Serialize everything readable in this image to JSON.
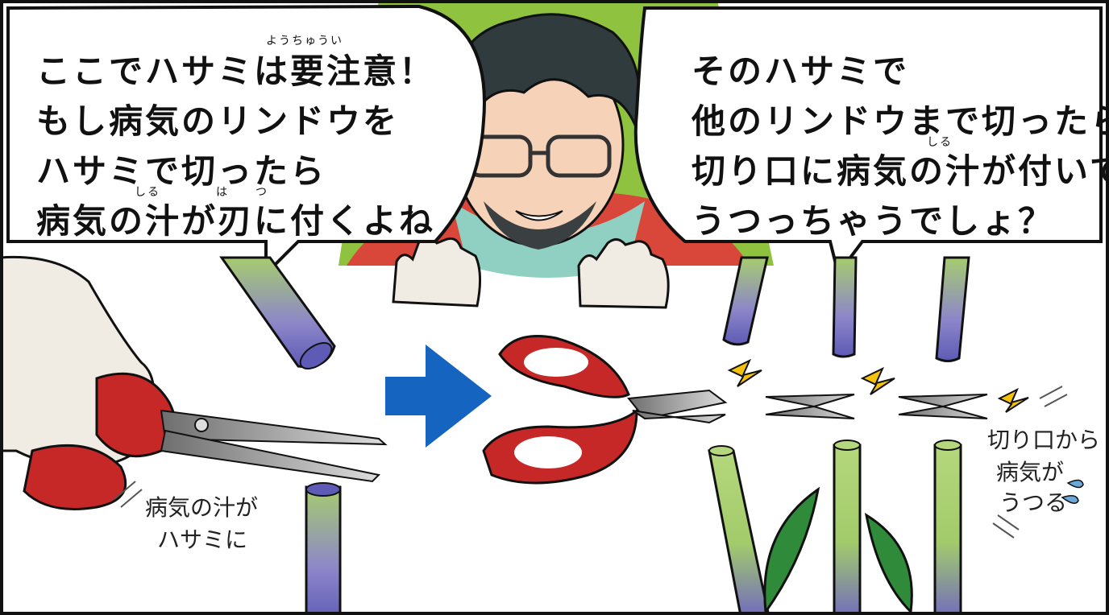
{
  "left_bubble": {
    "lines": [
      "ここでハサミは要注意！",
      "もし病気のリンドウを",
      "ハサミで切ったら",
      "病気の汁が刃に付くよね"
    ],
    "ruby": [
      "ようちゅうい",
      "しる",
      "は",
      "つ"
    ]
  },
  "right_bubble": {
    "lines": [
      "そのハサミで",
      "他のリンドウまで切ったら",
      "切り口に病気の汁が付いて",
      "うつっちゃうでしょ？"
    ],
    "ruby": [
      "しる"
    ]
  },
  "annotations": {
    "scissors_note": [
      "病気の汁が",
      "ハサミに"
    ],
    "spread_note": [
      "切り口から",
      "病気が",
      "うつる"
    ]
  },
  "colors": {
    "panel_bg": "#ffffff",
    "border": "#111111",
    "arrow": "#1565c0",
    "scissor_handle": "#c62828",
    "stem_green": "#9cc760",
    "stem_purple": "#5d5bb5",
    "spark": "#f4c20d",
    "hair": "#2f3b3d",
    "leaf": "#2f8b3a"
  }
}
